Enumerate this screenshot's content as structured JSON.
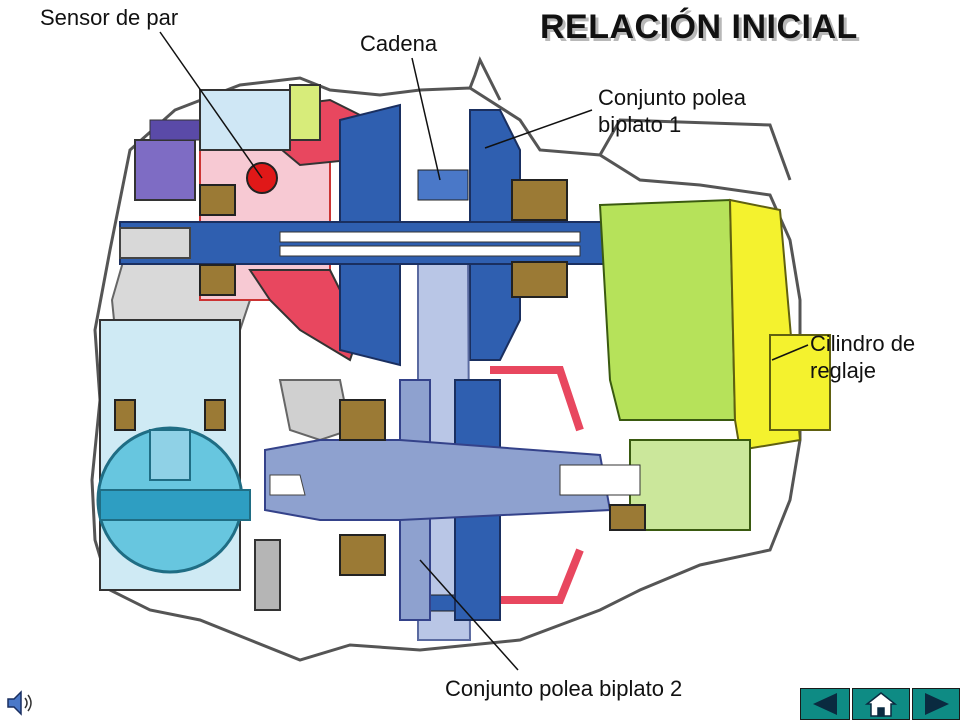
{
  "title": "RELACIÓN INICIAL",
  "labels": {
    "sensor_de_par": "Sensor de par",
    "cadena": "Cadena",
    "polea1_line1": "Conjunto polea",
    "polea1_line2": "biplato 1",
    "cilindro_line1": "Cilindro de",
    "cilindro_line2": "reglaje",
    "polea2": "Conjunto polea biplato 2"
  },
  "icons": {
    "speaker": "speaker-icon",
    "prev": "triangle-left-icon",
    "home": "home-icon",
    "next": "triangle-right-icon"
  },
  "colors": {
    "pulley_blue": "#2f5fb0",
    "pulley_light": "#b9c6e6",
    "shaft_slate": "#8ea1cf",
    "hydraulic_red": "#e8475f",
    "hydraulic_pink": "#f2a3b3",
    "cylinder_green": "#b6e25a",
    "cylinder_yellow": "#f4f22e",
    "differential_cyan": "#67c6df",
    "bearing_brown": "#9b7a35",
    "nav_teal": "#0e8b84"
  }
}
